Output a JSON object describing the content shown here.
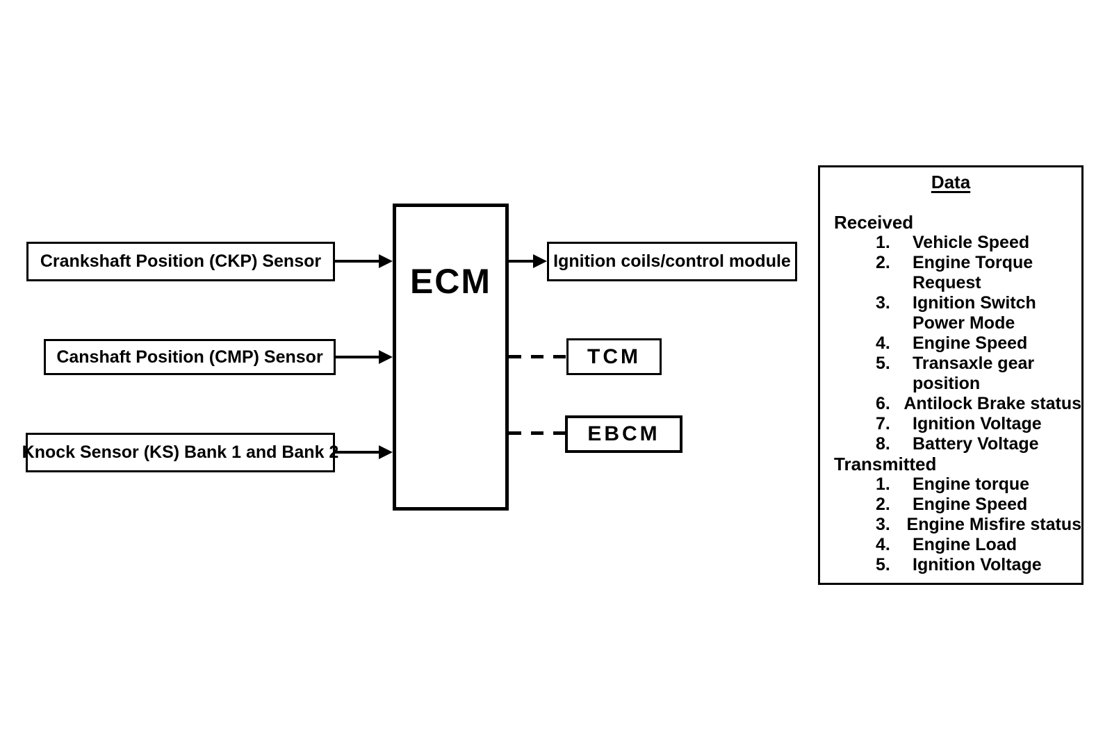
{
  "colors": {
    "line": "#000000",
    "background": "#ffffff",
    "text": "#000000"
  },
  "diagram": {
    "ecm": {
      "label": "ECM"
    },
    "inputs": [
      {
        "label": "Crankshaft Position (CKP) Sensor"
      },
      {
        "label": "Canshaft Position (CMP) Sensor"
      },
      {
        "label": "Knock Sensor (KS) Bank 1 and Bank 2"
      }
    ],
    "outputs": [
      {
        "label": "Ignition coils/control module",
        "link_style": "solid-arrow"
      },
      {
        "label": "TCM",
        "link_style": "dashed"
      },
      {
        "label": "EBCM",
        "link_style": "dashed"
      }
    ],
    "data_panel": {
      "title": "Data",
      "sections": [
        {
          "label": "Received",
          "items": [
            {
              "num": "1.",
              "text": "Vehicle Speed"
            },
            {
              "num": "2.",
              "text": "Engine Torque\nRequest"
            },
            {
              "num": "3.",
              "text": "Ignition Switch\nPower Mode"
            },
            {
              "num": "4.",
              "text": "Engine Speed"
            },
            {
              "num": "5.",
              "text": "Transaxle gear\nposition"
            },
            {
              "num": "6.",
              "text": "Antilock Brake status"
            },
            {
              "num": "7.",
              "text": "Ignition Voltage"
            },
            {
              "num": "8.",
              "text": "Battery Voltage"
            }
          ]
        },
        {
          "label": "Transmitted",
          "items": [
            {
              "num": "1.",
              "text": "Engine torque"
            },
            {
              "num": "2.",
              "text": "Engine Speed"
            },
            {
              "num": "3.",
              "text": "Engine Misfire status"
            },
            {
              "num": "4.",
              "text": "Engine Load"
            },
            {
              "num": "5.",
              "text": "Ignition Voltage"
            }
          ]
        }
      ]
    }
  }
}
